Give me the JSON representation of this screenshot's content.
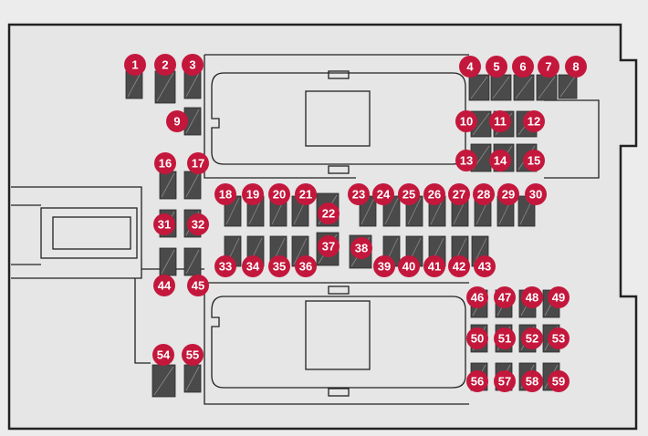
{
  "diagram": {
    "colors": {
      "background": "#ececec",
      "panel": "#e6e6e6",
      "outline": "#222222",
      "fuse": "#4a4a4a",
      "badge": "#c4173c",
      "badge_text": "#ffffff"
    },
    "fuses": [
      {
        "n": "1"
      },
      {
        "n": "2"
      },
      {
        "n": "3"
      },
      {
        "n": "4"
      },
      {
        "n": "5"
      },
      {
        "n": "6"
      },
      {
        "n": "7"
      },
      {
        "n": "8"
      },
      {
        "n": "9"
      },
      {
        "n": "10"
      },
      {
        "n": "11"
      },
      {
        "n": "12"
      },
      {
        "n": "13"
      },
      {
        "n": "14"
      },
      {
        "n": "15"
      },
      {
        "n": "16"
      },
      {
        "n": "17"
      },
      {
        "n": "18"
      },
      {
        "n": "19"
      },
      {
        "n": "20"
      },
      {
        "n": "21"
      },
      {
        "n": "22"
      },
      {
        "n": "23"
      },
      {
        "n": "24"
      },
      {
        "n": "25"
      },
      {
        "n": "26"
      },
      {
        "n": "27"
      },
      {
        "n": "28"
      },
      {
        "n": "29"
      },
      {
        "n": "30"
      },
      {
        "n": "31"
      },
      {
        "n": "32"
      },
      {
        "n": "33"
      },
      {
        "n": "34"
      },
      {
        "n": "35"
      },
      {
        "n": "36"
      },
      {
        "n": "37"
      },
      {
        "n": "38"
      },
      {
        "n": "39"
      },
      {
        "n": "40"
      },
      {
        "n": "41"
      },
      {
        "n": "42"
      },
      {
        "n": "43"
      },
      {
        "n": "44"
      },
      {
        "n": "45"
      },
      {
        "n": "46"
      },
      {
        "n": "47"
      },
      {
        "n": "48"
      },
      {
        "n": "49"
      },
      {
        "n": "50"
      },
      {
        "n": "51"
      },
      {
        "n": "52"
      },
      {
        "n": "53"
      },
      {
        "n": "54"
      },
      {
        "n": "55"
      },
      {
        "n": "56"
      },
      {
        "n": "57"
      },
      {
        "n": "58"
      },
      {
        "n": "59"
      }
    ]
  }
}
